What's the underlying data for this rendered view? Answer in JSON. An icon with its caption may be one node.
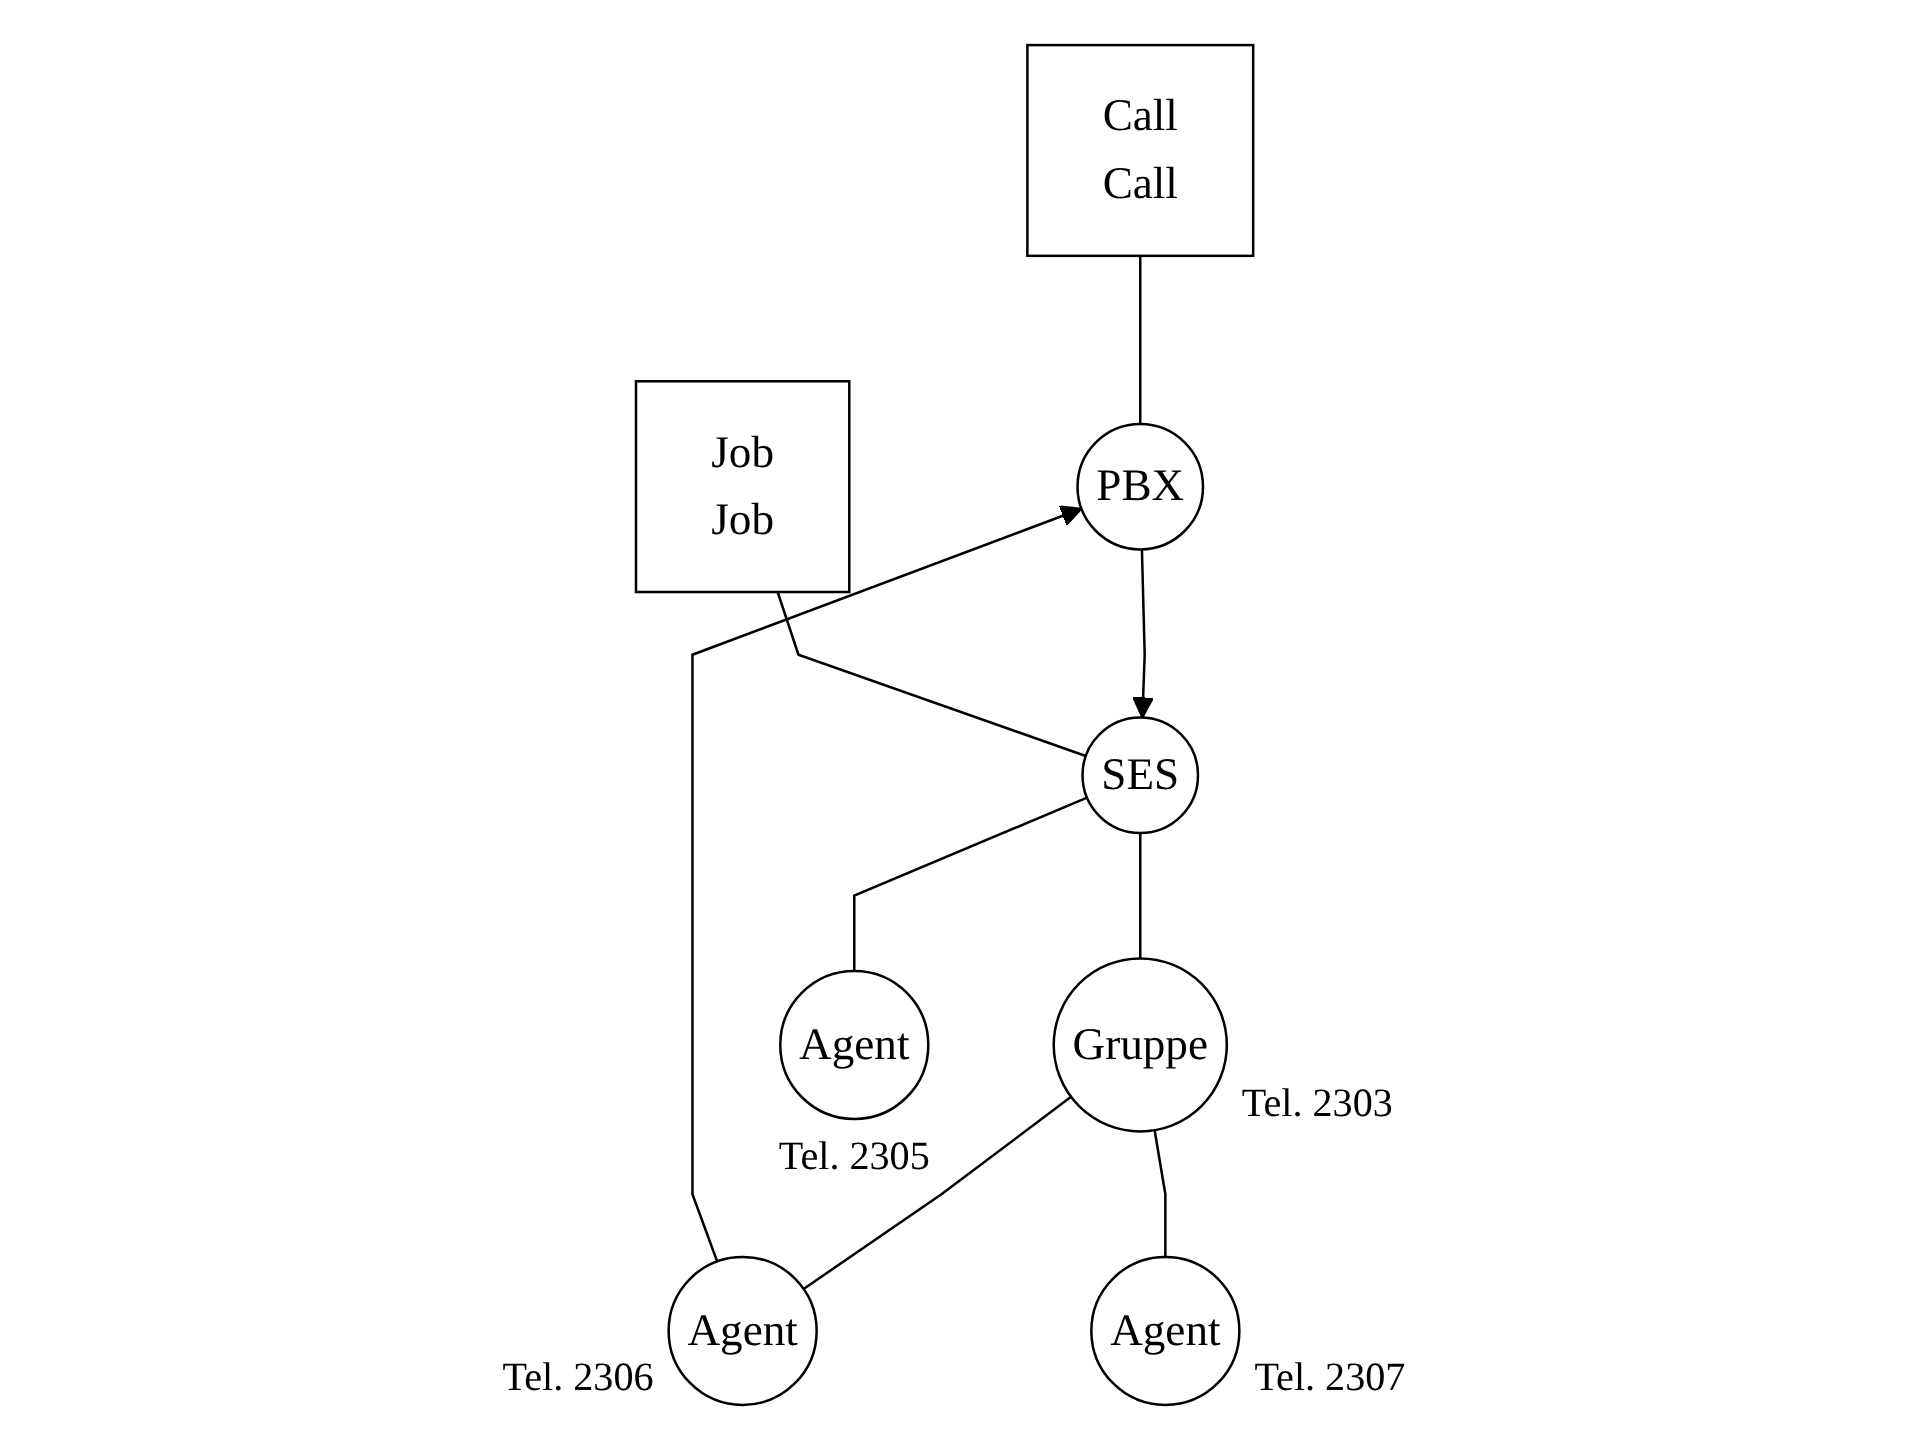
{
  "diagram": {
    "nodes": [
      {
        "text": [
          "Call",
          "Call"
        ]
      },
      {
        "text": [
          "PBX"
        ]
      },
      {
        "text": [
          "Job",
          "Job"
        ]
      },
      {
        "text": [
          "SES"
        ]
      },
      {
        "text": [
          "Gruppe"
        ],
        "beside": [
          "Tel. 2303"
        ]
      },
      {
        "text": [
          "Agent"
        ],
        "beside": [
          "Tel. 2305"
        ]
      },
      {
        "text": [
          "Agent"
        ],
        "beside": [
          "Tel. 2306"
        ]
      },
      {
        "text": [
          "Agent"
        ],
        "beside": [
          "Tel. 2307"
        ]
      }
    ],
    "edges": [
      {
        "from": 0,
        "to": 1,
        "arrow": "none"
      },
      {
        "from": 1,
        "to": 3,
        "arrow": "to"
      },
      {
        "from": 2,
        "to": 3,
        "arrow": "none"
      },
      {
        "from": 3,
        "to": 4,
        "arrow": "none"
      },
      {
        "from": 3,
        "to": 5,
        "arrow": "none"
      },
      {
        "from": 4,
        "to": 6,
        "arrow": "none"
      },
      {
        "from": 4,
        "to": 7,
        "arrow": "none"
      },
      {
        "from": 6,
        "to": 1,
        "arrow": "to"
      }
    ]
  }
}
